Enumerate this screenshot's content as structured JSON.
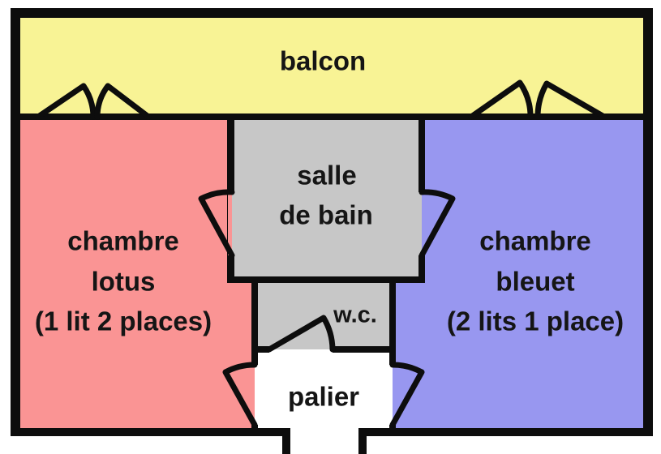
{
  "colors": {
    "wall": "#0d0d0d",
    "balcony": "#f8f395",
    "room_lotus": "#fa9494",
    "room_bleuet": "#9897f0",
    "bathroom": "#c7c7c7",
    "wc": "#c7c7c7",
    "landing": "#ffffff"
  },
  "rooms": {
    "balcon": {
      "label": "balcon"
    },
    "chambre_lotus": {
      "name_line1": "chambre",
      "name_line2": "lotus",
      "capacity": "(1 lit 2 places)"
    },
    "salle_de_bain": {
      "name_line1": "salle",
      "name_line2": "de bain"
    },
    "chambre_bleuet": {
      "name_line1": "chambre",
      "name_line2": "bleuet",
      "capacity": "(2 lits 1 place)"
    },
    "wc": {
      "label": "w.c."
    },
    "palier": {
      "label": "palier"
    }
  }
}
